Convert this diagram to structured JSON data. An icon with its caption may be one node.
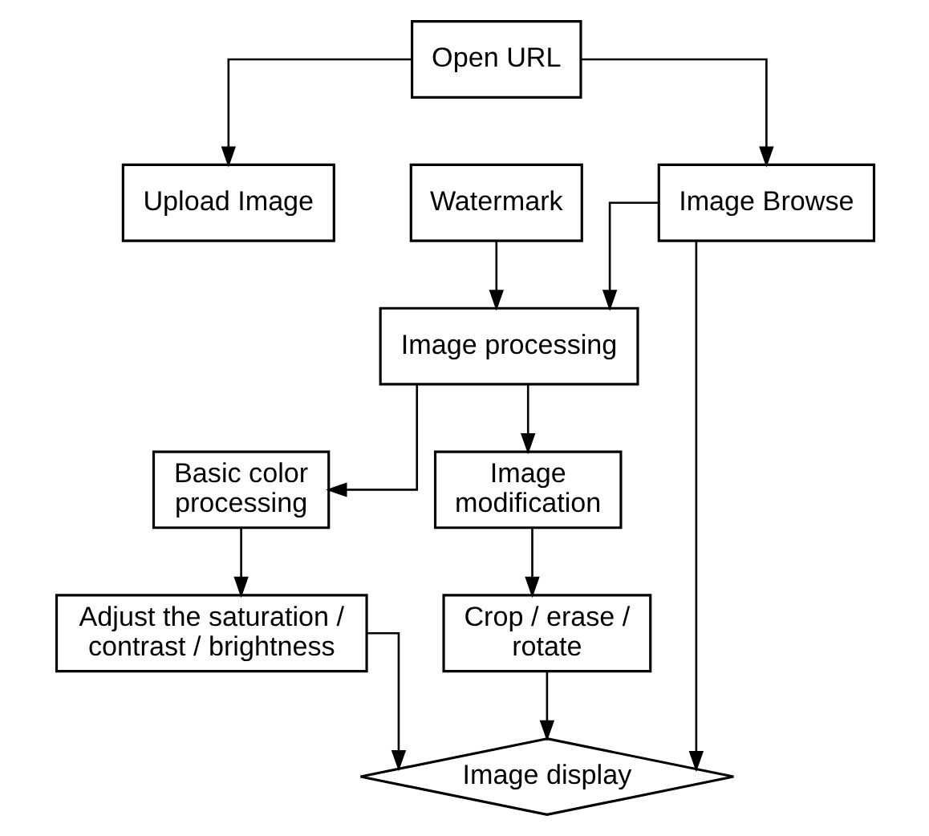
{
  "diagram": {
    "nodes": [
      {
        "text": [
          "Open URL"
        ]
      },
      {
        "text": [
          "Upload Image"
        ]
      },
      {
        "text": [
          "Watermark"
        ]
      },
      {
        "text": [
          "Image Browse"
        ]
      },
      {
        "text": [
          "Image processing"
        ]
      },
      {
        "text": [
          "Basic color processing"
        ]
      },
      {
        "text": [
          "Image modification"
        ]
      },
      {
        "text": [
          "Adjust the saturation / contrast / brightness"
        ]
      },
      {
        "text": [
          "Crop / erase / rotate"
        ]
      },
      {
        "text": [
          "Image display"
        ]
      }
    ],
    "edges": [
      {
        "from": 0,
        "to": 1,
        "arrow": "to"
      },
      {
        "from": 0,
        "to": 3,
        "arrow": "to"
      },
      {
        "from": 2,
        "to": 4,
        "arrow": "to"
      },
      {
        "from": 3,
        "to": 4,
        "arrow": "to"
      },
      {
        "from": 3,
        "to": 9,
        "arrow": "to"
      },
      {
        "from": 4,
        "to": 5,
        "arrow": "to"
      },
      {
        "from": 4,
        "to": 6,
        "arrow": "to"
      },
      {
        "from": 5,
        "to": 7,
        "arrow": "to"
      },
      {
        "from": 6,
        "to": 8,
        "arrow": "to"
      },
      {
        "from": 7,
        "to": 9,
        "arrow": "to"
      },
      {
        "from": 8,
        "to": 9,
        "arrow": "to"
      }
    ]
  }
}
